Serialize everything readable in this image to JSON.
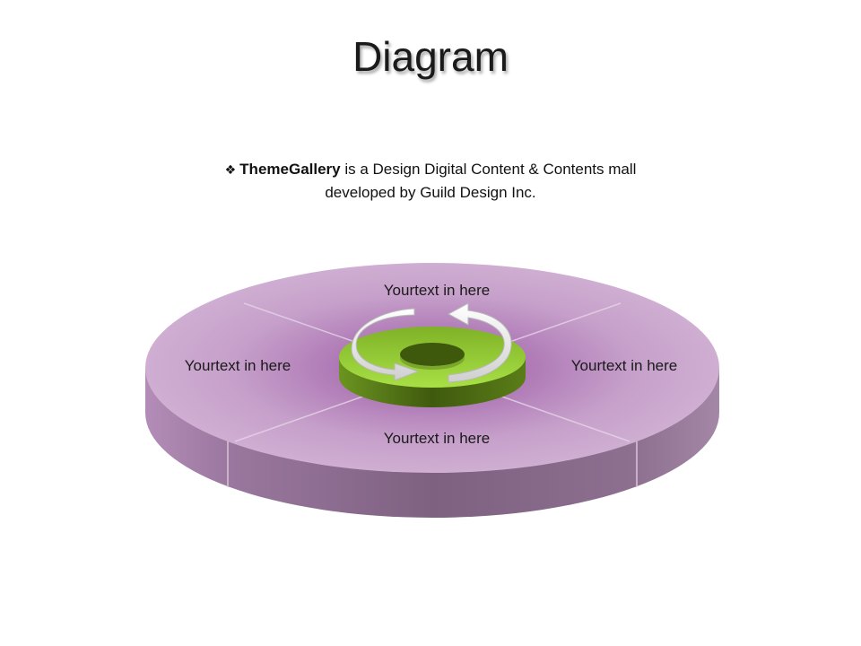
{
  "title": "Diagram",
  "intro": {
    "bullet_icon": "diamond-bullet-icon",
    "brand": "ThemeGallery",
    "line1_rest": " is a  Design Digital Content & Contents mall",
    "line2": "developed by Guild Design Inc."
  },
  "diagram": {
    "colors": {
      "disc_top": "#c8a4cc",
      "disc_center": "#9a5fa3",
      "disc_side": "#8a6a8e",
      "hub_top": "#9ad236",
      "hub_side": "#4f6e14"
    },
    "labels": {
      "top": "Yourtext  in here",
      "left": "Yourtext  in here",
      "right": "Yourtext  in here",
      "bottom": "Yourtext  in here"
    },
    "center_icon": "cycle-arrows-icon"
  }
}
